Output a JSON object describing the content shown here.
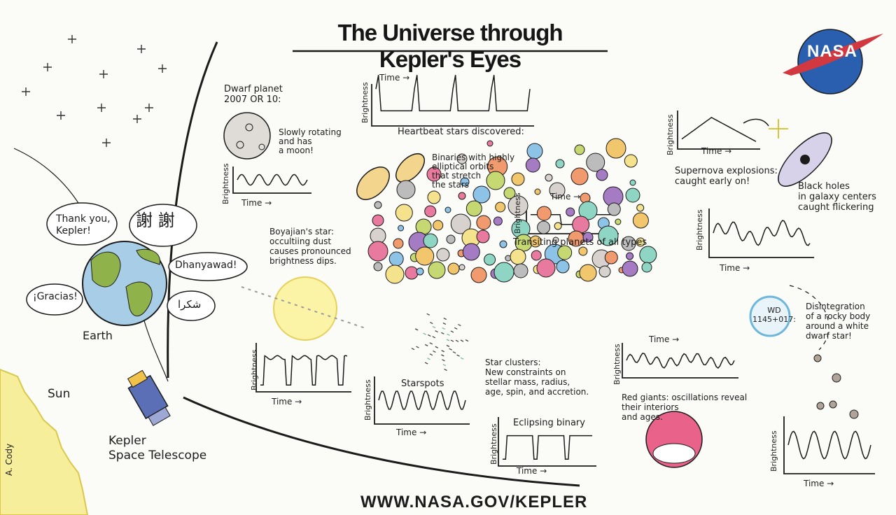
{
  "title": "The Universe through Kepler's Eyes",
  "url": "WWW.NASA.GOV/KEPLER",
  "logo": "NASA",
  "signature": "A. Cody",
  "labels": {
    "sun": "Sun",
    "earth": "Earth",
    "telescope": "Kepler\nSpace Telescope"
  },
  "bubbles": {
    "thanks": "Thank you,\nKepler!",
    "xiexie": "謝 謝",
    "gracias": "¡Gracias!",
    "dhanyawad": "Dhanyawad!",
    "arabic": "شكرا"
  },
  "panels": {
    "dwarf": {
      "caption": "Dwarf planet\n2007 OR 10:",
      "note": "Slowly rotating\nand has\na moon!"
    },
    "heartbeat": {
      "caption": "Heartbeat stars discovered:"
    },
    "binaries": {
      "caption": "Binaries with highly\nelliptical orbits\nthat stretch\nthe stars"
    },
    "transits": {
      "caption": "Transiting planets of all types"
    },
    "supernova": {
      "caption": "Supernova explosions:\ncaught early on!"
    },
    "blackholes": {
      "caption": "Black holes\nin galaxy centers\ncaught flickering"
    },
    "boyajian": {
      "caption": "Boyajian's star:\noccultiing dust\ncauses pronounced\nbrightness dips."
    },
    "starspots": {
      "caption": "Starspots"
    },
    "clusters": {
      "caption": "Star clusters:\nNew constraints on\nstellar mass, radius,\nage, spin, and accretion."
    },
    "eclipsing": {
      "caption": "Eclipsing binary"
    },
    "redgiants": {
      "caption": "Red giants: oscillations reveal\ntheir interiors\nand ages."
    },
    "whitedwarf": {
      "caption": "Disintegration\nof a rocky body\naround a white\ndwarf star!",
      "star_label": "WD\n1145+017:"
    }
  },
  "axis": {
    "time": "Time →",
    "brightness": "Brightness"
  },
  "colors": {
    "ink": "#1b1b1b",
    "earth_ocean": "#a8cde6",
    "earth_land": "#8fb24a",
    "sun": "#f6ee9a",
    "wd": "#e8f4fa",
    "wd_ring": "#6fb7da",
    "redgiant": "#e8628a",
    "nasa_blue": "#2a5fb0",
    "nasa_red": "#d2383f"
  }
}
